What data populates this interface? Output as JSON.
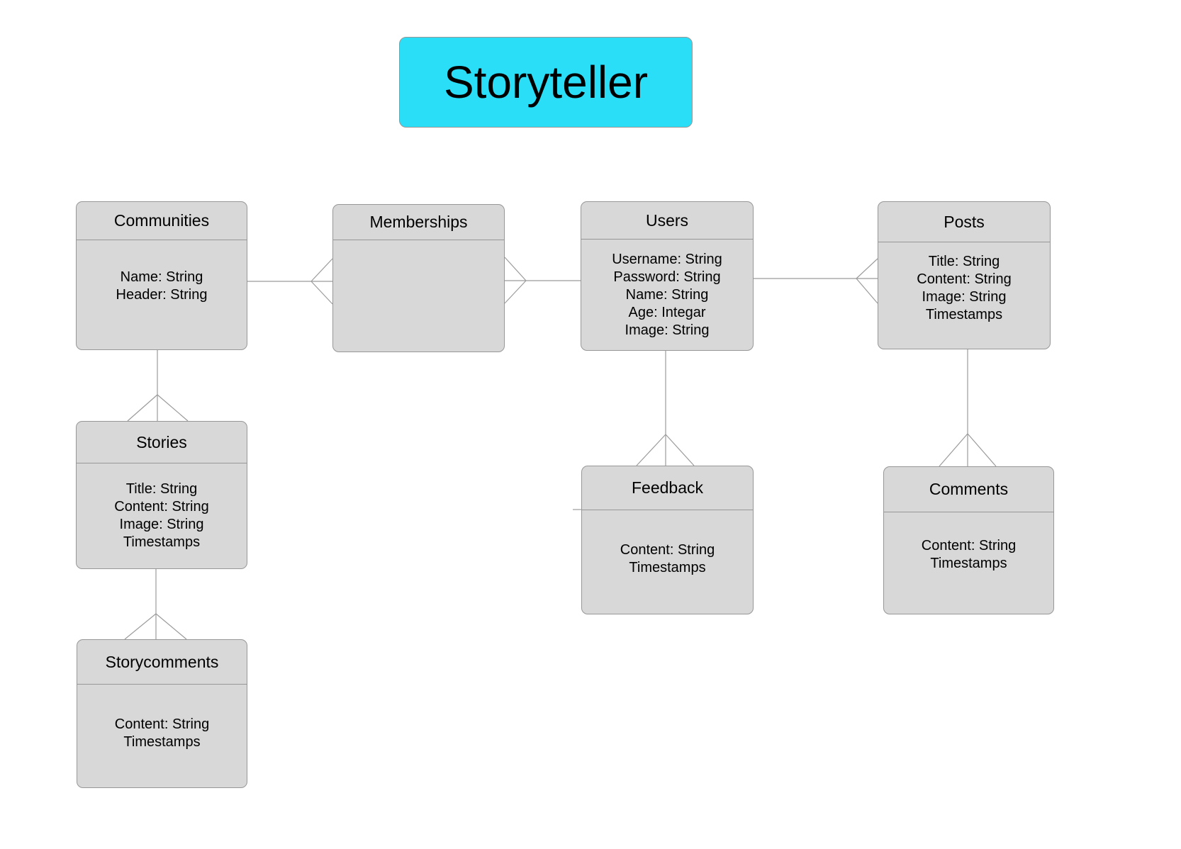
{
  "title": {
    "label": "Storyteller",
    "fill_color": "#2bdef7"
  },
  "palette": {
    "entity_fill": "#d8d8d8",
    "entity_border": "#979797",
    "connector_line": "#9b9b9b",
    "text": "#000000",
    "background": "#ffffff"
  },
  "entities": [
    {
      "id": "communities",
      "title": "Communities",
      "attributes": [
        "Name: String",
        "Header: String"
      ]
    },
    {
      "id": "memberships",
      "title": "Memberships",
      "attributes": []
    },
    {
      "id": "users",
      "title": "Users",
      "attributes": [
        "Username: String",
        "Password: String",
        "Name: String",
        "Age: Integar",
        "Image: String"
      ]
    },
    {
      "id": "posts",
      "title": "Posts",
      "attributes": [
        "Title: String",
        "Content: String",
        "Image: String",
        "Timestamps"
      ]
    },
    {
      "id": "stories",
      "title": "Stories",
      "attributes": [
        "Title: String",
        "Content: String",
        "Image: String",
        "Timestamps"
      ]
    },
    {
      "id": "feedback",
      "title": "Feedback",
      "attributes": [
        "Content: String",
        "Timestamps"
      ]
    },
    {
      "id": "comments",
      "title": "Comments",
      "attributes": [
        "Content: String",
        "Timestamps"
      ]
    },
    {
      "id": "storycomments",
      "title": "Storycomments",
      "attributes": [
        "Content: String",
        "Timestamps"
      ]
    }
  ],
  "relationships": [
    {
      "from": "Communities",
      "to": "Memberships",
      "type": "one-to-many",
      "crow_foot_at": "Memberships"
    },
    {
      "from": "Users",
      "to": "Memberships",
      "type": "one-to-many",
      "crow_foot_at": "Memberships"
    },
    {
      "from": "Users",
      "to": "Posts",
      "type": "one-to-many",
      "crow_foot_at": "Posts"
    },
    {
      "from": "Communities",
      "to": "Stories",
      "type": "one-to-many",
      "crow_foot_at": "Stories"
    },
    {
      "from": "Stories",
      "to": "Storycomments",
      "type": "one-to-many",
      "crow_foot_at": "Storycomments"
    },
    {
      "from": "Users",
      "to": "Feedback",
      "type": "one-to-many",
      "crow_foot_at": "Feedback"
    },
    {
      "from": "Posts",
      "to": "Comments",
      "type": "one-to-many",
      "crow_foot_at": "Comments"
    }
  ]
}
